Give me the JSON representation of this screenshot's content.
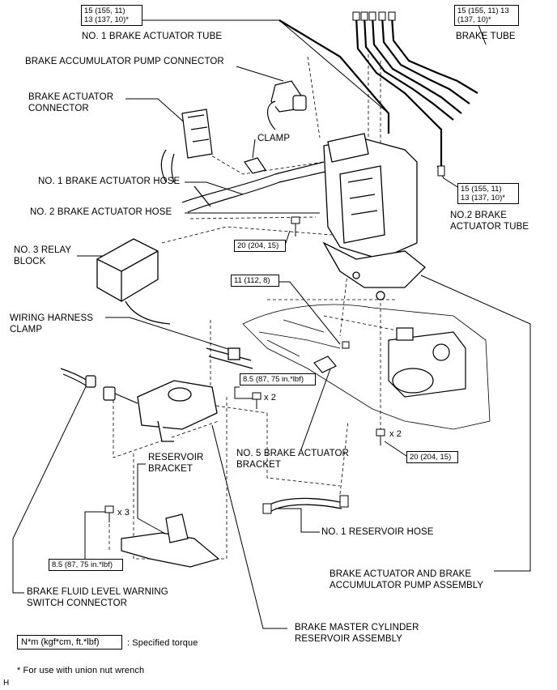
{
  "labels": {
    "no1_brake_actuator_tube": "NO. 1 BRAKE ACTUATOR TUBE",
    "brake_tube": "BRAKE TUBE",
    "brake_accumulator_pump_connector": "BRAKE ACCUMULATOR PUMP CONNECTOR",
    "brake_actuator_connector_1": "BRAKE ACTUATOR",
    "brake_actuator_connector_2": "CONNECTOR",
    "clamp": "CLAMP",
    "no1_brake_actuator_hose": "NO. 1 BRAKE ACTUATOR HOSE",
    "no2_brake_actuator_hose": "NO. 2 BRAKE ACTUATOR HOSE",
    "no2_brake_actuator_tube_1": "NO.2 BRAKE",
    "no2_brake_actuator_tube_2": "ACTUATOR TUBE",
    "no3_relay_block_1": "NO. 3 RELAY",
    "no3_relay_block_2": "BLOCK",
    "wiring_harness_clamp_1": "WIRING HARNESS",
    "wiring_harness_clamp_2": "CLAMP",
    "no5_brake_actuator_bracket_1": "NO. 5 BRAKE ACTUATOR",
    "no5_brake_actuator_bracket_2": "BRACKET",
    "reservoir_bracket_1": "RESERVOIR",
    "reservoir_bracket_2": "BRACKET",
    "no1_reservoir_hose": "NO. 1 RESERVOIR HOSE",
    "actuator_assembly_1": "BRAKE ACTUATOR AND BRAKE",
    "actuator_assembly_2": "ACCUMULATOR PUMP ASSEMBLY",
    "fluid_level_switch_1": "BRAKE FLUID LEVEL WARNING",
    "fluid_level_switch_2": "SWITCH CONNECTOR",
    "master_cylinder_reservoir_1": "BRAKE MASTER CYLINDER",
    "master_cylinder_reservoir_2": "RESERVOIR ASSEMBLY"
  },
  "torques": {
    "t_tube1_a": "15 (155, 11)",
    "t_tube1_b": "13 (137, 10)*",
    "t_brake_tube_a": "15 (155, 11) 13",
    "t_brake_tube_b": "(137, 10)*",
    "t_tube2_a": "15 (155, 11)",
    "t_tube2_b": "13 (137, 10)*",
    "t_20_upper": "20 (204, 15)",
    "t_11": "11 (112, 8)",
    "t_85_right": "8.5 (87, 75 in.*lbf)",
    "t_20_lower": "20 (204, 15)",
    "t_85_left": "8.5 (87, 75 in.*lbf)"
  },
  "quantities": {
    "x2_a": "x 2",
    "x2_b": "x 2",
    "x3": "x 3"
  },
  "legend": {
    "box_text": "N*m (kgf*cm, ft.*lbf)",
    "desc": ": Specified torque",
    "footnote": "* For use with union nut wrench",
    "corner_mark": "H"
  }
}
